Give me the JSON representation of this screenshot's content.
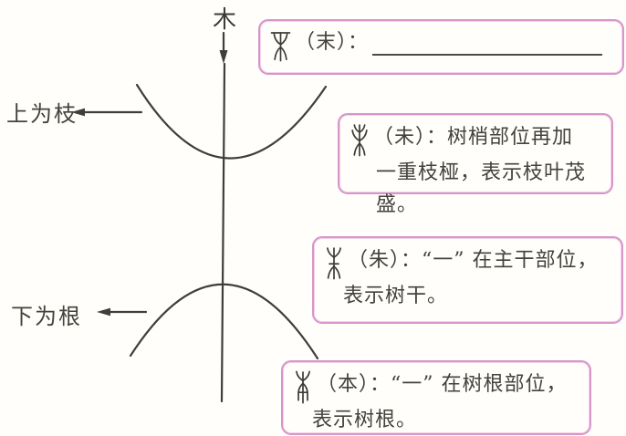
{
  "title_char": "木",
  "labels": {
    "branch": "上为枝",
    "root": "下为根"
  },
  "colors": {
    "line": "#3f3e39",
    "box_border": "#d795c8",
    "text": "#44423c"
  },
  "icons": [
    "seal-script-mo-icon",
    "seal-script-wei-icon",
    "seal-script-zhu-icon",
    "seal-script-ben-icon",
    "down-arrow-icon",
    "left-arrow-branch-icon",
    "left-arrow-root-icon"
  ],
  "boxes": [
    {
      "icon": "seal-script-mo-icon",
      "head": "（末）：",
      "line1": "",
      "line2": ""
    },
    {
      "icon": "seal-script-wei-icon",
      "head": "（未）：",
      "line1": "树梢部位再加",
      "line2": "一重枝桠，表示枝叶茂盛。"
    },
    {
      "icon": "seal-script-zhu-icon",
      "head": "（朱）：",
      "line1": "“一” 在主干部位，",
      "line2": "表示树干。"
    },
    {
      "icon": "seal-script-ben-icon",
      "head": "（本）：",
      "line1": "“一” 在树根部位，",
      "line2": "表示树根。"
    }
  ]
}
